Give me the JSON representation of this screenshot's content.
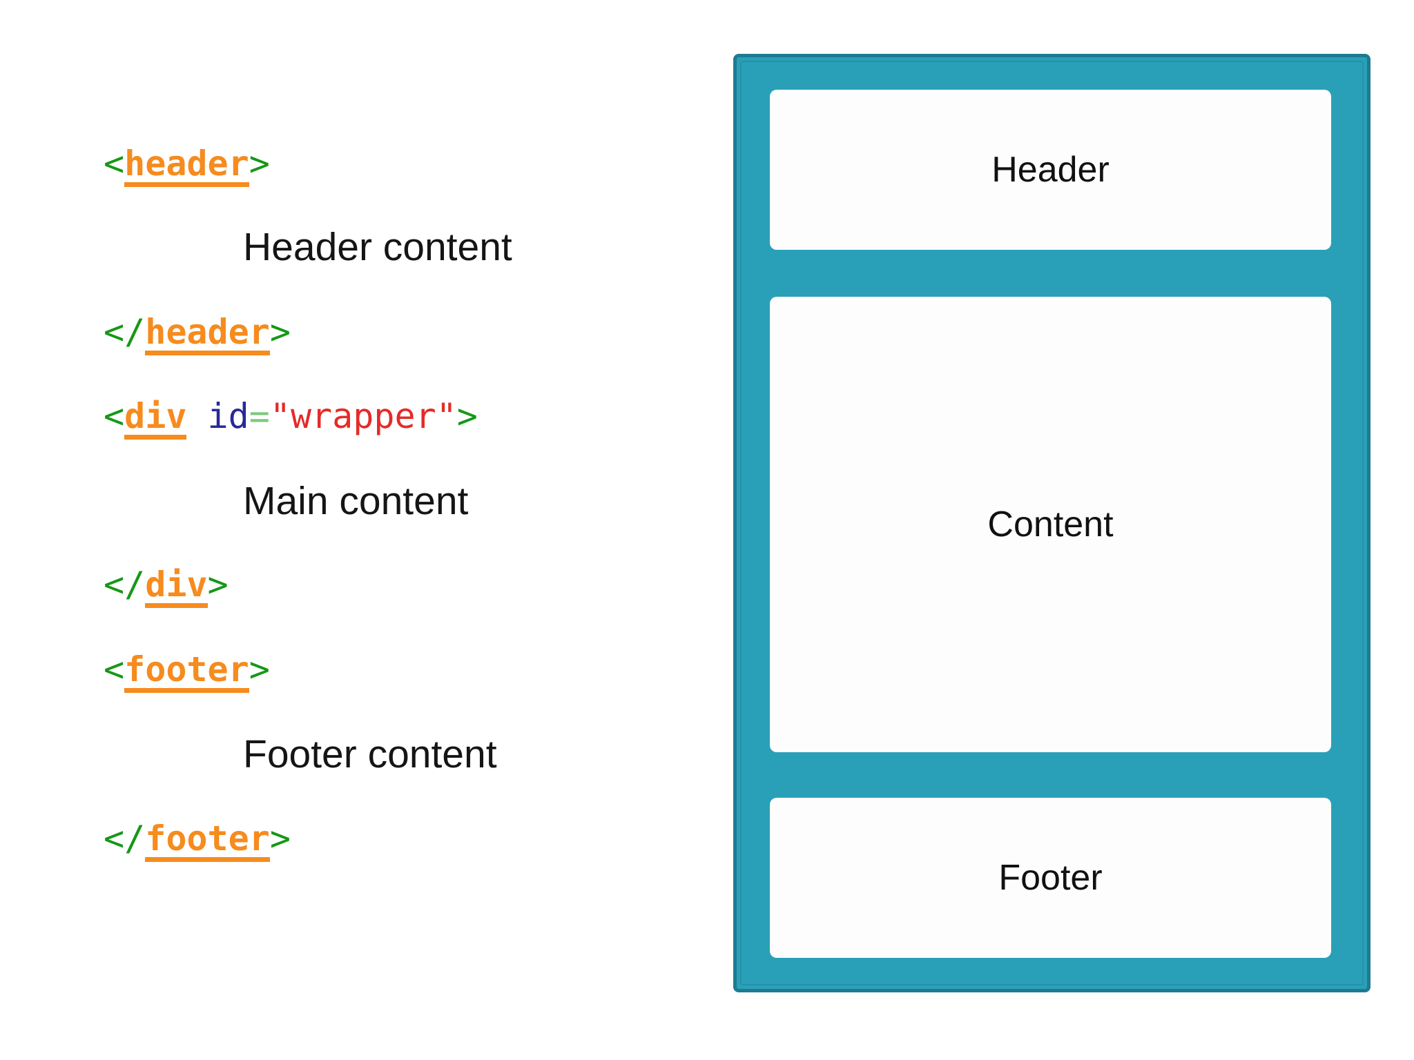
{
  "colors": {
    "orange": "#F68B1E",
    "green": "#159815",
    "navy": "#28289B",
    "pale_green": "#7EC87E",
    "red": "#E42B28",
    "text": "#151515",
    "teal": "#2AA0B8",
    "teal_border": "#1D7B91",
    "teal_inner": "#2491A9",
    "box_bg": "#FDFDFD"
  },
  "code": {
    "lines": [
      {
        "id": "header-open",
        "kind": "tag",
        "tokens": [
          {
            "t": "<",
            "c": "br"
          },
          {
            "t": "header",
            "c": "tag"
          },
          {
            "t": ">",
            "c": "br"
          }
        ]
      },
      {
        "id": "header-text",
        "kind": "text",
        "text": "Header content"
      },
      {
        "id": "header-close",
        "kind": "tag",
        "tokens": [
          {
            "t": "</",
            "c": "br"
          },
          {
            "t": "header",
            "c": "tag"
          },
          {
            "t": ">",
            "c": "br"
          }
        ]
      },
      {
        "id": "div-open",
        "kind": "tag",
        "tokens": [
          {
            "t": "<",
            "c": "br"
          },
          {
            "t": "div",
            "c": "tag"
          },
          {
            "t": " ",
            "c": "sp"
          },
          {
            "t": "id",
            "c": "attr"
          },
          {
            "t": "=",
            "c": "eq"
          },
          {
            "t": "\"wrapper\"",
            "c": "str"
          },
          {
            "t": ">",
            "c": "br"
          }
        ]
      },
      {
        "id": "main-text",
        "kind": "text",
        "text": "Main content"
      },
      {
        "id": "div-close",
        "kind": "tag",
        "tokens": [
          {
            "t": "</",
            "c": "br"
          },
          {
            "t": "div",
            "c": "tag"
          },
          {
            "t": ">",
            "c": "br"
          }
        ]
      },
      {
        "id": "footer-open",
        "kind": "tag",
        "tokens": [
          {
            "t": "<",
            "c": "br"
          },
          {
            "t": "footer",
            "c": "tag"
          },
          {
            "t": ">",
            "c": "br"
          }
        ]
      },
      {
        "id": "footer-text",
        "kind": "text",
        "text": "Footer content"
      },
      {
        "id": "footer-close",
        "kind": "tag",
        "tokens": [
          {
            "t": "</",
            "c": "br"
          },
          {
            "t": "footer",
            "c": "tag"
          },
          {
            "t": ">",
            "c": "br"
          }
        ]
      }
    ]
  },
  "diagram": {
    "header_label": "Header",
    "content_label": "Content",
    "footer_label": "Footer"
  }
}
